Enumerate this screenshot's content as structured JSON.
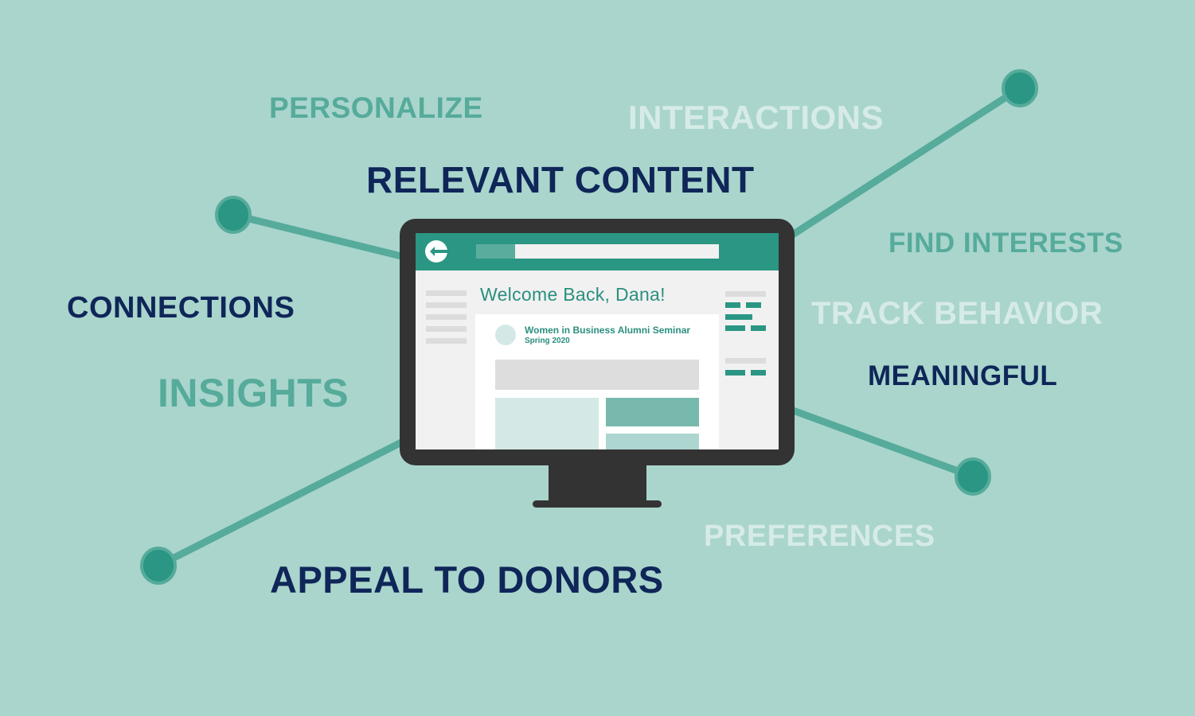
{
  "colors": {
    "background": "#aad5cc",
    "navy": "#0f2659",
    "teal_text": "#56ab9b",
    "pale_text": "#d6ebe7",
    "line": "#56ab9b",
    "dot": "#2a9683",
    "monitor": "#333333",
    "header": "#2a9683"
  },
  "keywords": [
    {
      "id": "personalize",
      "text": "PERSONALIZE",
      "style": "teal"
    },
    {
      "id": "interactions",
      "text": "INTERACTIONS",
      "style": "pale"
    },
    {
      "id": "relevant-content",
      "text": "RELEVANT CONTENT",
      "style": "navy"
    },
    {
      "id": "find-interests",
      "text": "FIND INTERESTS",
      "style": "teal"
    },
    {
      "id": "connections",
      "text": "CONNECTIONS",
      "style": "navy"
    },
    {
      "id": "track-behavior",
      "text": "TRACK BEHAVIOR",
      "style": "pale"
    },
    {
      "id": "meaningful",
      "text": "MEANINGFUL",
      "style": "navy"
    },
    {
      "id": "insights",
      "text": "INSIGHTS",
      "style": "teal"
    },
    {
      "id": "preferences",
      "text": "PREFERENCES",
      "style": "pale"
    },
    {
      "id": "appeal-to-donors",
      "text": "APPEAL TO DONORS",
      "style": "navy"
    }
  ],
  "monitor": {
    "header": {
      "back_icon": "arrow-left-circle-icon",
      "url_bar": ""
    },
    "welcome_heading": "Welcome Back, Dana!",
    "event_card": {
      "title": "Women in Business Alumni Seminar",
      "subtitle": "Spring 2020"
    }
  },
  "connectors": [
    {
      "id": "top-left",
      "dot": [
        293,
        270
      ],
      "end": [
        502,
        322
      ]
    },
    {
      "id": "top-right",
      "dot": [
        1281,
        111
      ],
      "end": [
        998,
        293
      ]
    },
    {
      "id": "bottom-left",
      "dot": [
        199,
        711
      ],
      "end": [
        502,
        557
      ]
    },
    {
      "id": "bottom-right",
      "dot": [
        1222,
        599
      ],
      "end": [
        998,
        517
      ]
    }
  ]
}
